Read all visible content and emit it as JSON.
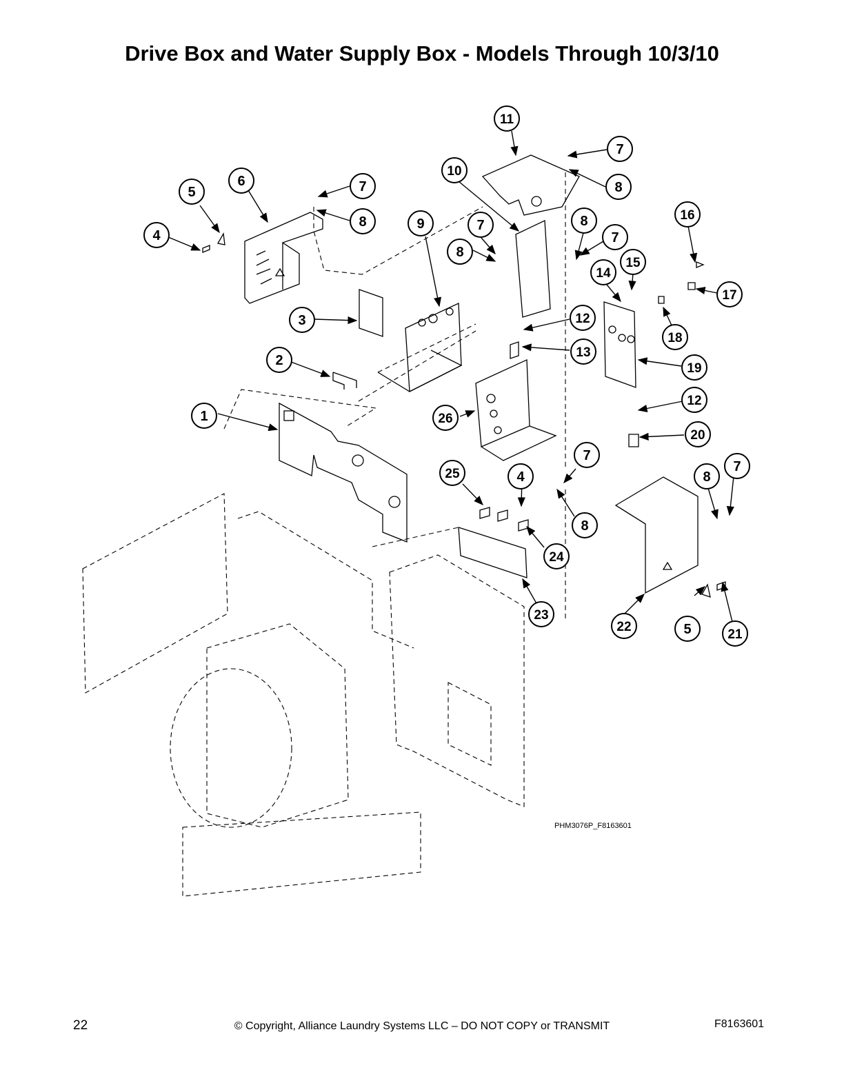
{
  "title": "Drive Box and Water Supply Box - Models Through 10/3/10",
  "figure_code": "PHM3076P_F8163601",
  "footer": {
    "page_number": "22",
    "copyright": "© Copyright, Alliance Laundry Systems LLC – DO NOT COPY or TRANSMIT",
    "doc_id": "F8163601"
  },
  "callouts": [
    {
      "id": "c1",
      "label": "1"
    },
    {
      "id": "c2",
      "label": "2"
    },
    {
      "id": "c3",
      "label": "3"
    },
    {
      "id": "c4a",
      "label": "4"
    },
    {
      "id": "c4b",
      "label": "4"
    },
    {
      "id": "c5a",
      "label": "5"
    },
    {
      "id": "c5b",
      "label": "5"
    },
    {
      "id": "c6",
      "label": "6"
    },
    {
      "id": "c7a",
      "label": "7"
    },
    {
      "id": "c7b",
      "label": "7"
    },
    {
      "id": "c7c",
      "label": "7"
    },
    {
      "id": "c7d",
      "label": "7"
    },
    {
      "id": "c7e",
      "label": "7"
    },
    {
      "id": "c7f",
      "label": "7"
    },
    {
      "id": "c8a",
      "label": "8"
    },
    {
      "id": "c8b",
      "label": "8"
    },
    {
      "id": "c8c",
      "label": "8"
    },
    {
      "id": "c8d",
      "label": "8"
    },
    {
      "id": "c8e",
      "label": "8"
    },
    {
      "id": "c8f",
      "label": "8"
    },
    {
      "id": "c9",
      "label": "9"
    },
    {
      "id": "c10",
      "label": "10"
    },
    {
      "id": "c11",
      "label": "11"
    },
    {
      "id": "c12a",
      "label": "12"
    },
    {
      "id": "c12b",
      "label": "12"
    },
    {
      "id": "c13",
      "label": "13"
    },
    {
      "id": "c14",
      "label": "14"
    },
    {
      "id": "c15",
      "label": "15"
    },
    {
      "id": "c16",
      "label": "16"
    },
    {
      "id": "c17",
      "label": "17"
    },
    {
      "id": "c18",
      "label": "18"
    },
    {
      "id": "c19",
      "label": "19"
    },
    {
      "id": "c20",
      "label": "20"
    },
    {
      "id": "c21",
      "label": "21"
    },
    {
      "id": "c22",
      "label": "22"
    },
    {
      "id": "c23",
      "label": "23"
    },
    {
      "id": "c24",
      "label": "24"
    },
    {
      "id": "c25",
      "label": "25"
    },
    {
      "id": "c26",
      "label": "26"
    }
  ]
}
